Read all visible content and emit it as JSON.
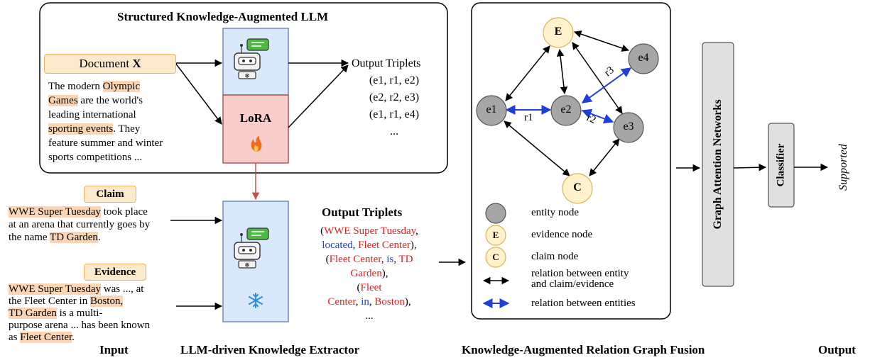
{
  "structured_box": {
    "title": "Structured Knowledge-Augmented LLM"
  },
  "document": {
    "label_prefix": "Document",
    "label_var": "X",
    "text_lines": [
      [
        {
          "t": "The modern "
        },
        {
          "t": "Olympic",
          "hl": true
        }
      ],
      [
        {
          "t": "Games",
          "hl": true
        },
        {
          "t": " are the world's"
        }
      ],
      [
        {
          "t": "leading international"
        }
      ],
      [
        {
          "t": "sporting events",
          "hl": true
        },
        {
          "t": ". They"
        }
      ],
      [
        {
          "t": "feature summer and winter"
        }
      ],
      [
        {
          "t": "sports competitions  ..."
        }
      ]
    ]
  },
  "lora": {
    "label": "LoRA",
    "icon": "fire-icon"
  },
  "top_output": {
    "label": "Output Triplets",
    "triplets": [
      "(e1, r1, e2)",
      "(e2, r2, e3)",
      "(e1, r1, e4)",
      "..."
    ]
  },
  "claim": {
    "label": "Claim",
    "lines": [
      [
        {
          "t": "WWE Super Tuesday",
          "hl": true
        },
        {
          "t": " took place"
        }
      ],
      [
        {
          "t": "at an arena that currently goes by"
        }
      ],
      [
        {
          "t": "the name "
        },
        {
          "t": "TD Garden",
          "hl": true
        },
        {
          "t": "."
        }
      ]
    ]
  },
  "evidence": {
    "label": "Evidence",
    "lines": [
      [
        {
          "t": "WWE Super Tuesday",
          "hl": true
        },
        {
          "t": " was ..., at"
        }
      ],
      [
        {
          "t": "the Fleet Center in "
        },
        {
          "t": "Boston,",
          "hl": true
        }
      ],
      [
        {
          "t": "TD Garden",
          "hl": true
        },
        {
          "t": " is a multi-"
        }
      ],
      [
        {
          "t": "purpose arena ... has been known"
        }
      ],
      [
        {
          "t": "as "
        },
        {
          "t": "Fleet Center",
          "hl": true
        },
        {
          "t": "."
        }
      ]
    ]
  },
  "frozen": {
    "icon": "snowflake-icon"
  },
  "bottom_output": {
    "label": "Output Triplets",
    "lines": [
      [
        {
          "t": "(",
          "c": "k"
        },
        {
          "t": "WWE Super Tuesday",
          "c": "r"
        },
        {
          "t": ",",
          "c": "k"
        }
      ],
      [
        {
          "t": "located",
          "c": "b"
        },
        {
          "t": ", ",
          "c": "k"
        },
        {
          "t": "Fleet Center",
          "c": "r"
        },
        {
          "t": "),",
          "c": "k"
        }
      ],
      [
        {
          "t": "(",
          "c": "k"
        },
        {
          "t": "Fleet Center",
          "c": "r"
        },
        {
          "t": ", ",
          "c": "k"
        },
        {
          "t": "is",
          "c": "b"
        },
        {
          "t": ", ",
          "c": "k"
        },
        {
          "t": "TD",
          "c": "r"
        }
      ],
      [
        {
          "t": "Garden",
          "c": "r"
        },
        {
          "t": "),",
          "c": "k"
        }
      ],
      [
        {
          "t": "(",
          "c": "k"
        },
        {
          "t": "Fleet",
          "c": "r"
        }
      ],
      [
        {
          "t": "Center",
          "c": "r"
        },
        {
          "t": ", ",
          "c": "k"
        },
        {
          "t": "in",
          "c": "b"
        },
        {
          "t": ", ",
          "c": "k"
        },
        {
          "t": "Boston",
          "c": "r"
        },
        {
          "t": "),",
          "c": "k"
        }
      ],
      [
        {
          "t": "...",
          "c": "k"
        }
      ]
    ]
  },
  "graph": {
    "nodes": {
      "E": "E",
      "C": "C",
      "e1": "e1",
      "e2": "e2",
      "e3": "e3",
      "e4": "e4"
    },
    "edge_labels": {
      "r1": "r1",
      "r2": "r2",
      "r3": "r3"
    },
    "legend": {
      "entity": "entity node",
      "evidence_node_letter": "E",
      "evidence": "evidence node",
      "claim_node_letter": "C",
      "claim": "claim node",
      "relation_ec_1": "relation between entity",
      "relation_ec_2": "and claim/evidence",
      "relation_ee": "relation between entities"
    }
  },
  "gat": {
    "label": "Graph Attention Networks"
  },
  "classifier": {
    "label": "Classifier"
  },
  "result": {
    "label": "Supported"
  },
  "footer": {
    "input": "Input",
    "extractor": "LLM-driven Knowledge Extractor",
    "fusion": "Knowledge-Augmented Relation Graph Fusion",
    "output": "Output"
  },
  "colors": {
    "highlight": "#fcd5b4",
    "llm_box": "#dae8fc",
    "lora_box": "#f8cecc",
    "entity_node": "#a6a6a6",
    "ec_node": "#fff2cc",
    "relation_blue": "#1f3fd8",
    "entity_red": "#e02020"
  }
}
